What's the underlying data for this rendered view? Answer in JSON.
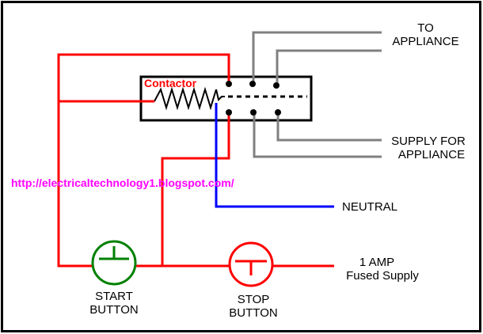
{
  "diagram": {
    "title": "Contactor start/stop wiring diagram",
    "colors": {
      "live": "#ff0000",
      "neutral": "#0000ff",
      "appliance": "#808080",
      "start_button": "#008000",
      "stop_button": "#ff0000",
      "url": "#ff00ff",
      "frame": "#000000"
    },
    "labels": {
      "contactor": "Contactor",
      "to_appliance_1": "TO",
      "to_appliance_2": "APPLIANCE",
      "supply_for_1": "SUPPLY FOR",
      "supply_for_2": "APPLIANCE",
      "neutral": "NEUTRAL",
      "amp_1": "1 AMP",
      "amp_2": "Fused Supply",
      "start_1": "START",
      "start_2": "BUTTON",
      "stop_1": "STOP",
      "stop_2": "BUTTON",
      "url": "http://electricaltechnology1.blogspot.com/"
    }
  }
}
